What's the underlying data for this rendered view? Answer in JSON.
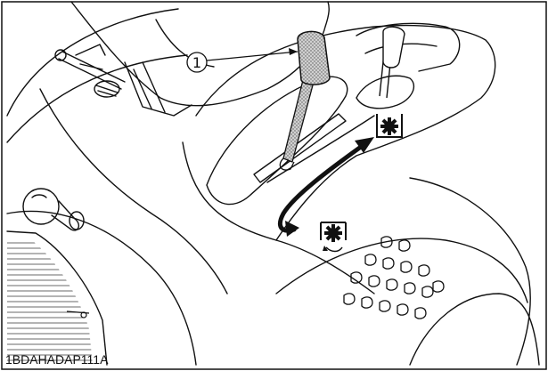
{
  "figure": {
    "callout_number": "1",
    "code": "1BDAHADAP111A"
  },
  "icons": {
    "top_symbol": "gear-icon",
    "bottom_symbol": "gear-rotate-icon",
    "arrow": "double-headed-curved-arrow"
  },
  "colors": {
    "line": "#111111",
    "background": "#ffffff"
  }
}
